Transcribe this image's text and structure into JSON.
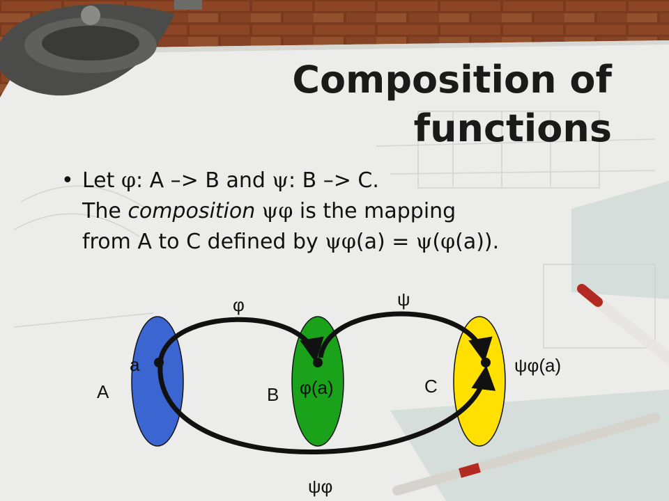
{
  "title": {
    "line1": "Composition of",
    "line2": "functions"
  },
  "body": {
    "bullet": "•",
    "line1": {
      "p1": "Let ",
      "phi": "φ",
      "p2": ": A –> B and ",
      "psi": "ψ",
      "p3": ": B –> C."
    },
    "line2": {
      "p1": "The ",
      "composition": "composition",
      "p2": " ",
      "psiphi": "ψφ",
      "p3": " is the mapping"
    },
    "line3": {
      "p1": "from A to C defined by ",
      "psiphi": "ψφ",
      "p2": "(a) = ",
      "psi": "ψ",
      "p3": "(",
      "phi": "φ",
      "p4": "(a))."
    }
  },
  "diagram": {
    "set_labels": {
      "A": "A",
      "B": "B",
      "C": "C"
    },
    "point_labels": {
      "a": "a",
      "phi_a": "φ(a)",
      "psiphi_a": "ψφ(a)"
    },
    "arrow_labels": {
      "phi": "φ",
      "psi": "ψ",
      "psiphi": "ψφ"
    },
    "colors": {
      "A": "#3b66d1",
      "B": "#1aa31a",
      "C": "#ffe000",
      "arrow": "#111111"
    }
  }
}
